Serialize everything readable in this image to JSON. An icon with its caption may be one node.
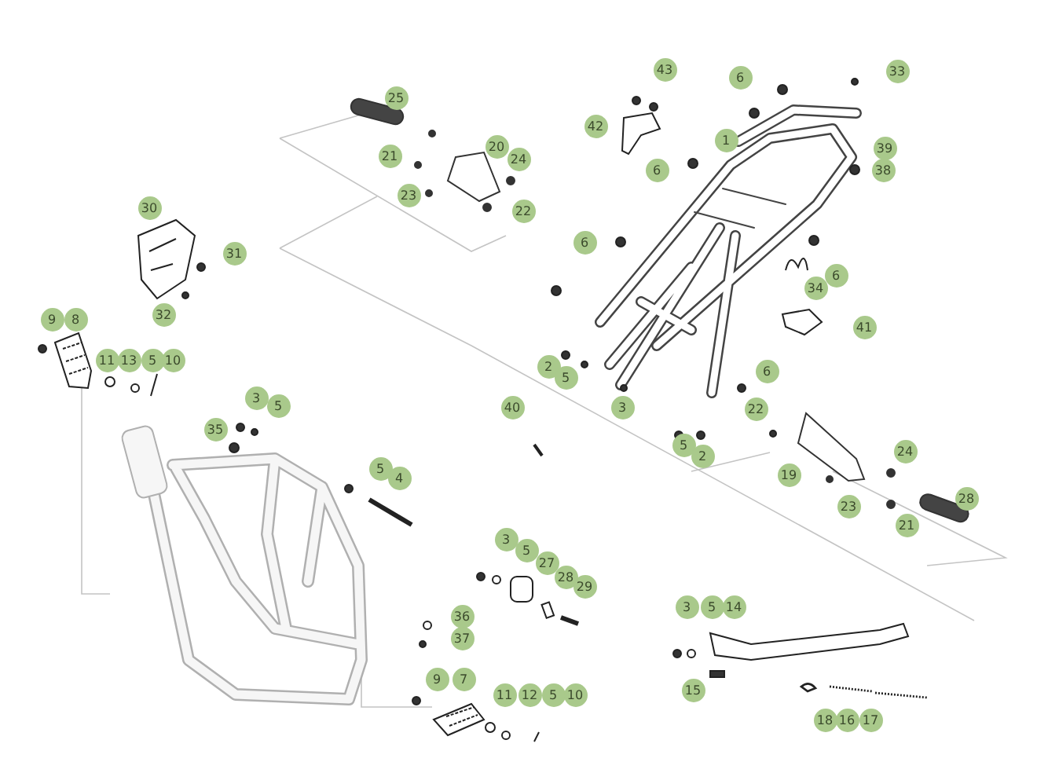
{
  "diagram": {
    "labels": [
      "43",
      "33",
      "6",
      "25",
      "42",
      "1",
      "20",
      "39",
      "21",
      "24",
      "6",
      "38",
      "23",
      "30",
      "22",
      "6",
      "31",
      "6",
      "34",
      "32",
      "9",
      "8",
      "41",
      "11",
      "13",
      "5",
      "10",
      "2",
      "6",
      "5",
      "3",
      "5",
      "40",
      "3",
      "22",
      "35",
      "5",
      "24",
      "2",
      "5",
      "4",
      "19",
      "28",
      "23",
      "21",
      "3",
      "5",
      "27",
      "28",
      "29",
      "3",
      "5",
      "14",
      "36",
      "37",
      "9",
      "7",
      "15",
      "11",
      "12",
      "5",
      "10",
      "18",
      "16",
      "17"
    ]
  }
}
